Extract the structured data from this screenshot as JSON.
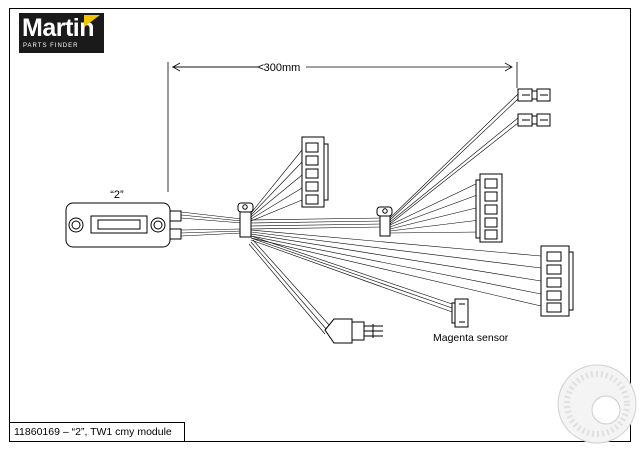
{
  "logo": {
    "brand": "Martin",
    "subtitle": "PARTS FINDER"
  },
  "diagram": {
    "dimension_label": "300mm",
    "module_label": "“2”",
    "sensor_label": "Magenta sensor"
  },
  "caption": "11860169 – “2”, TW1 cmy module",
  "colors": {
    "line": "#000000",
    "logo_bg": "#1a1a1a",
    "logo_accent": "#f5c400"
  }
}
